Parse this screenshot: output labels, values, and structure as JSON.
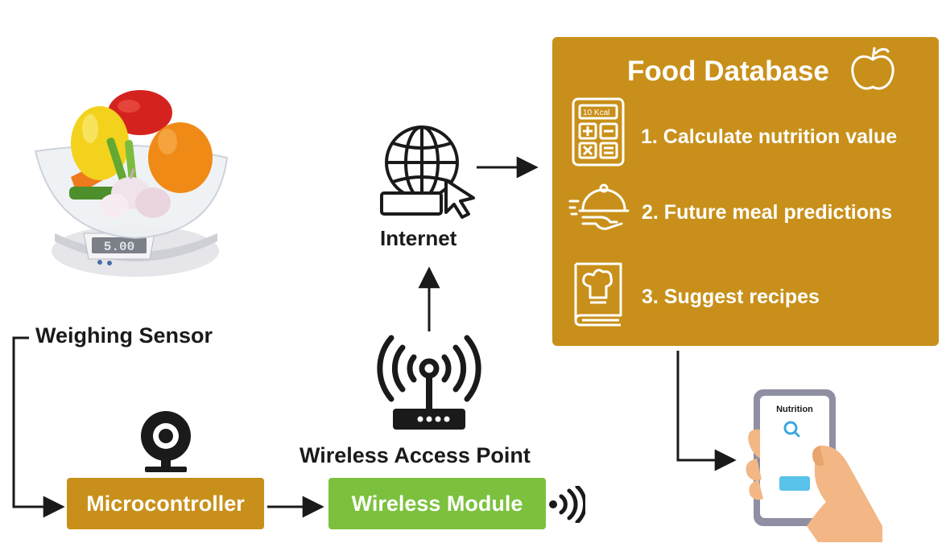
{
  "scale": {
    "display": "5.00"
  },
  "weighing_sensor": {
    "label": "Weighing Sensor"
  },
  "microcontroller": {
    "label": "Microcontroller",
    "color": "#c8901a"
  },
  "wireless_module": {
    "label": "Wireless Module",
    "color": "#7cc13e"
  },
  "access_point": {
    "label": "Wireless Access Point"
  },
  "internet": {
    "label": "Internet"
  },
  "food_database": {
    "title": "Food Database",
    "color": "#c8901a",
    "calculator_label": "10 Kcal",
    "items": [
      {
        "text": "1. Calculate nutrition value",
        "icon": "calculator-icon"
      },
      {
        "text": "2. Future meal predictions",
        "icon": "serving-dish-icon"
      },
      {
        "text": "3. Suggest recipes",
        "icon": "recipe-book-icon"
      }
    ]
  },
  "phone": {
    "screen_label": "Nutrition"
  }
}
